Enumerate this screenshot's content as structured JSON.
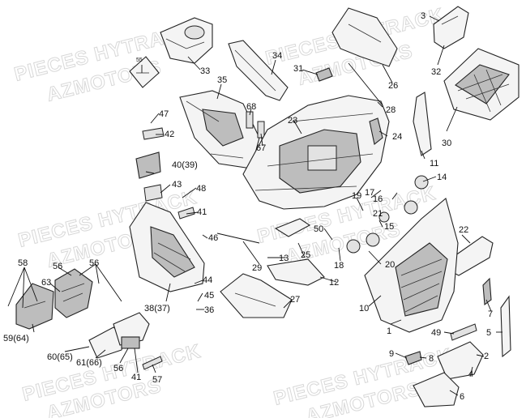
{
  "watermark": {
    "line1": "PIECES HYTRACK",
    "line2": "AZMOTORS"
  },
  "callouts": {
    "c1": "1",
    "c2": "2",
    "c3": "3",
    "c4": "4",
    "c5": "5",
    "c6": "6",
    "c7": "7",
    "c8": "8",
    "c9": "9",
    "c10": "10",
    "c11": "11",
    "c12": "12",
    "c13": "13",
    "c14": "14",
    "c15": "15",
    "c16": "16",
    "c17": "17",
    "c18": "18",
    "c19": "19",
    "c20": "20",
    "c21": "21",
    "c22": "22",
    "c23": "23",
    "c24": "24",
    "c25": "25",
    "c26": "26",
    "c27": "27",
    "c28": "28",
    "c29": "29",
    "c30": "30",
    "c31": "31",
    "c32": "32",
    "c33": "33",
    "c34": "34",
    "c35": "35",
    "c36": "36",
    "c38_37": "38(37)",
    "c40_39": "40(39)",
    "c41a": "41",
    "c41b": "41",
    "c42": "42",
    "c43": "43",
    "c44": "44",
    "c45": "45",
    "c46": "46",
    "c47": "47",
    "c48": "48",
    "c49": "49",
    "c50": "50",
    "c55": "55",
    "c56a": "56",
    "c56b": "56",
    "c56c": "56",
    "c57": "57",
    "c58": "58",
    "c59_64": "59(64)",
    "c60_65": "60(65)",
    "c61_66": "61(66)",
    "c63": "63",
    "c67": "67",
    "c68": "68"
  }
}
